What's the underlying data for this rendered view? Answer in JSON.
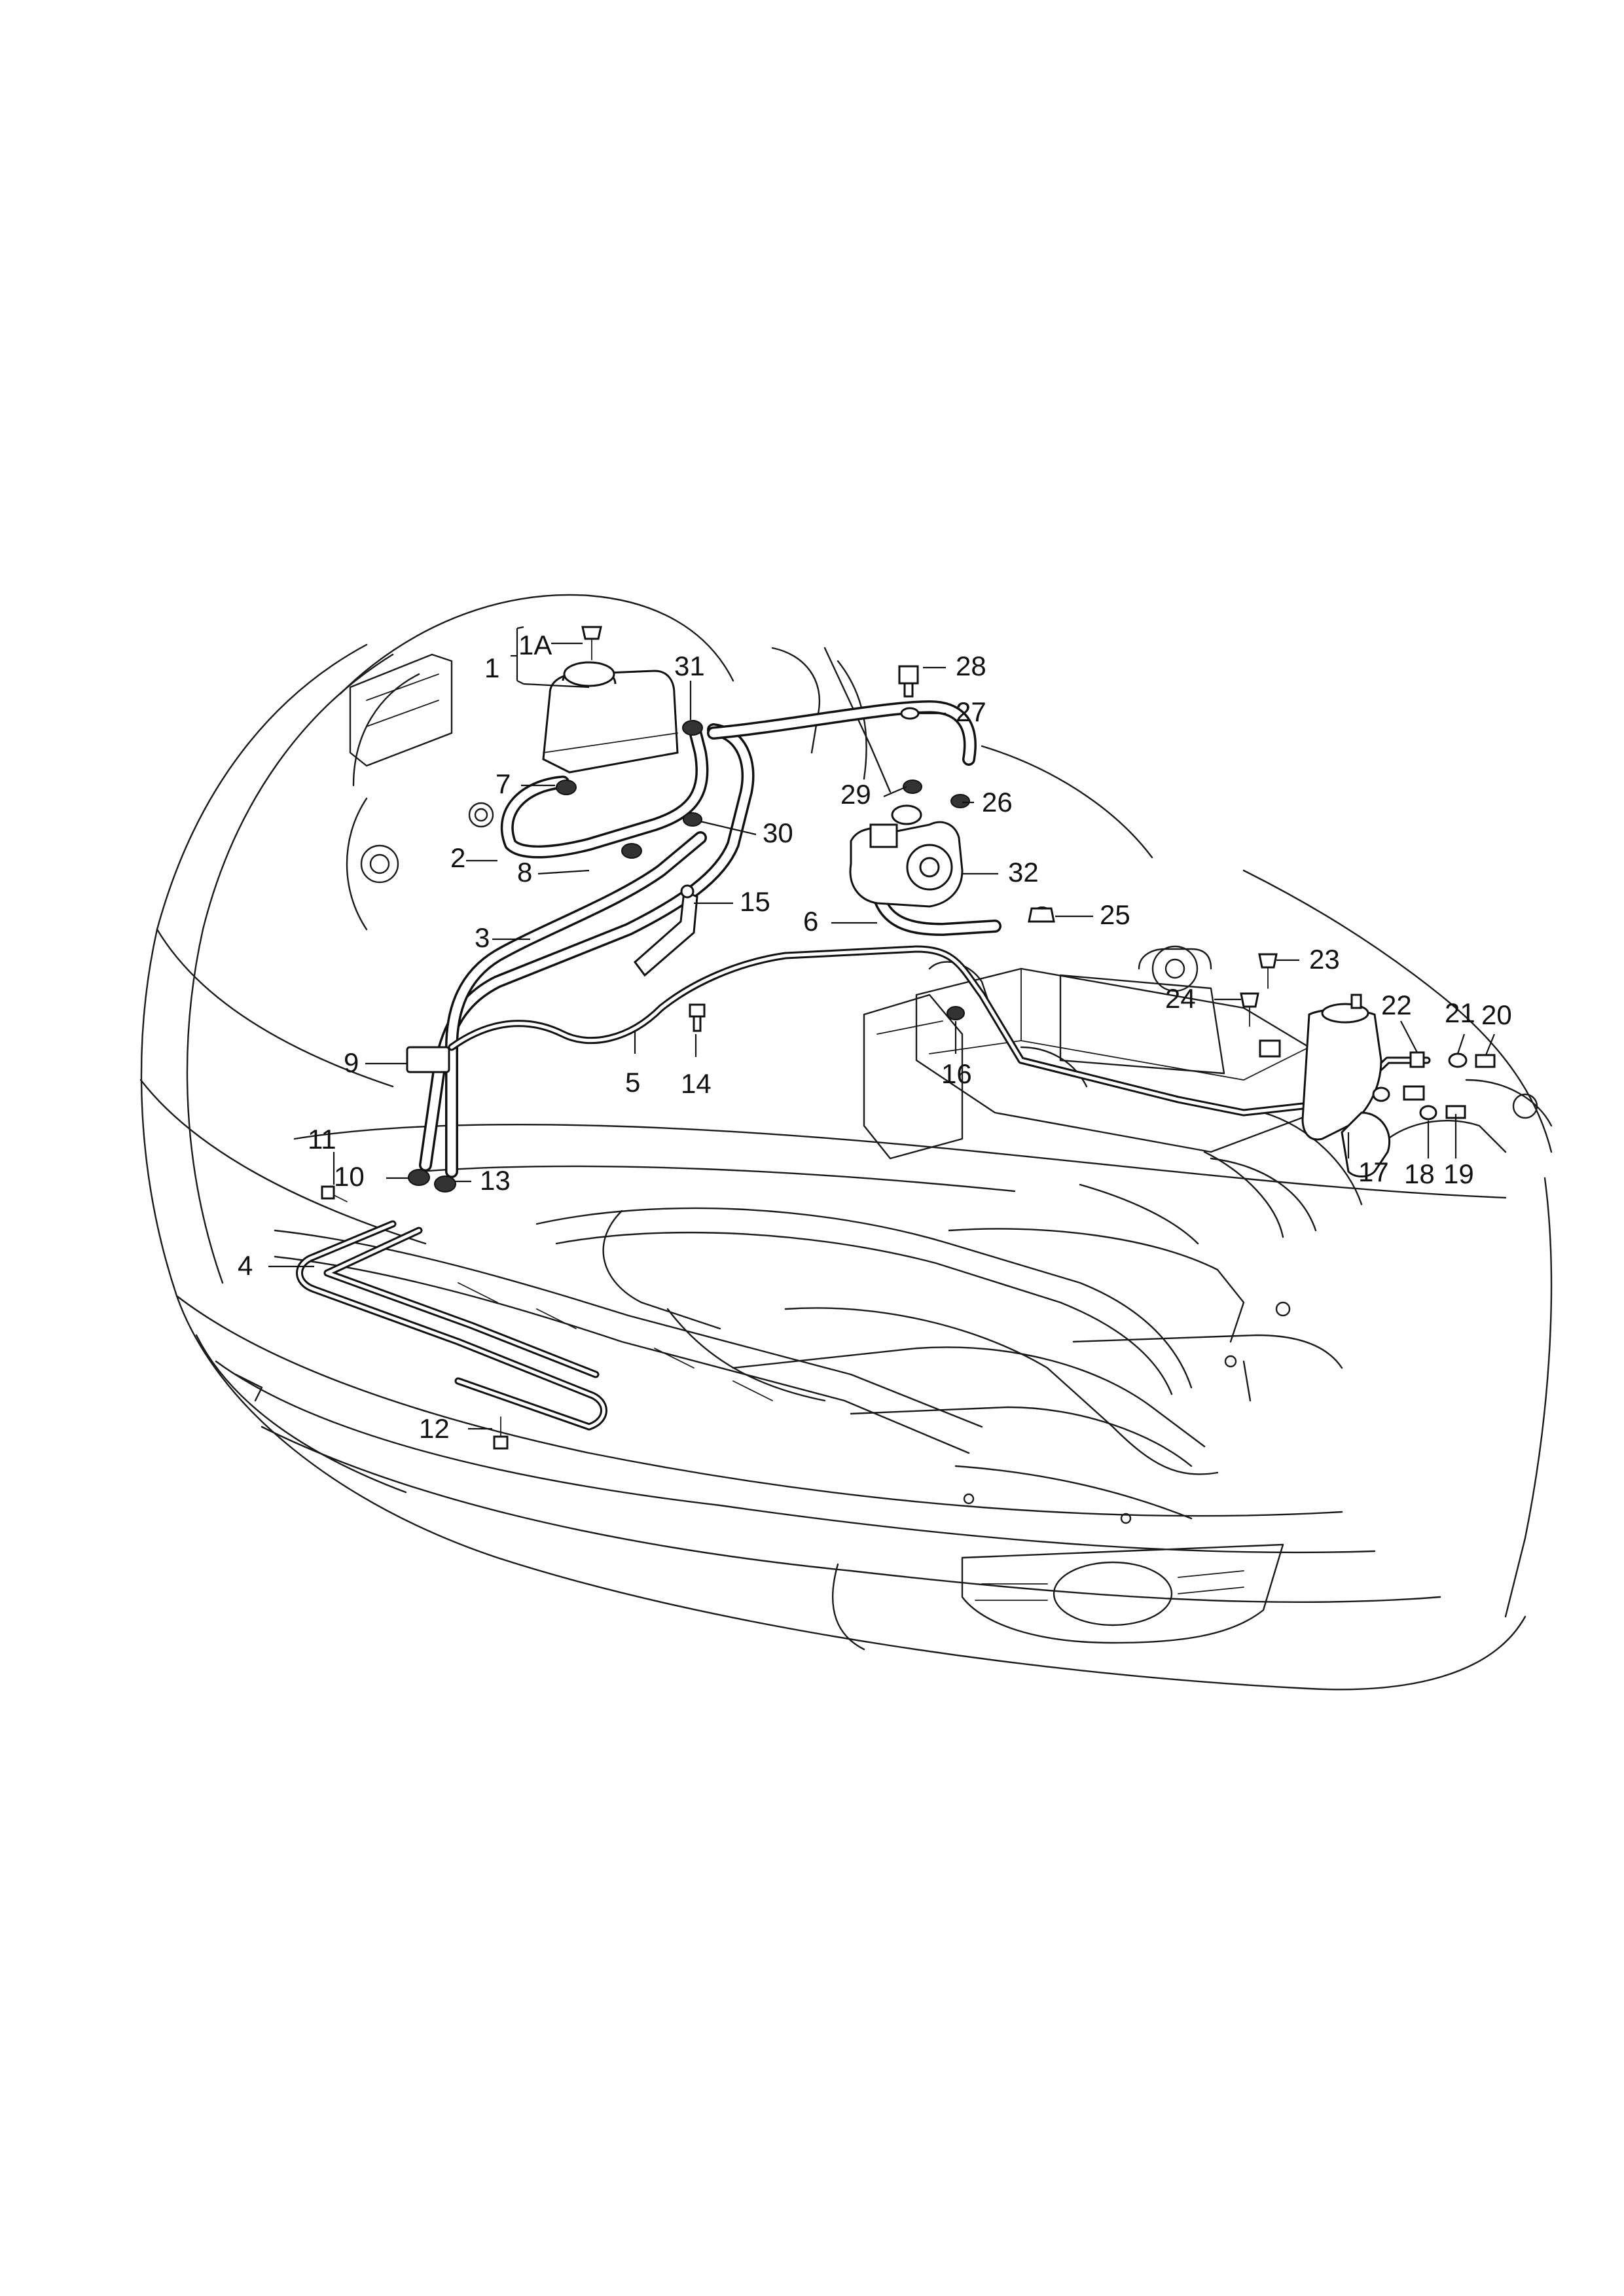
{
  "callouts": {
    "c1": "1",
    "c1a": "1A",
    "c2": "2",
    "c3": "3",
    "c4": "4",
    "c5": "5",
    "c6": "6",
    "c7": "7",
    "c8": "8",
    "c9": "9",
    "c10": "10",
    "c11": "11",
    "c12": "12",
    "c13": "13",
    "c14": "14",
    "c15": "15",
    "c16": "16",
    "c17": "17",
    "c18": "18",
    "c19": "19",
    "c20": "20",
    "c21": "21",
    "c22": "22",
    "c23": "23",
    "c24": "24",
    "c25": "25",
    "c26": "26",
    "c27": "27",
    "c28": "28",
    "c29": "29",
    "c30": "30",
    "c31": "31",
    "c32": "32"
  }
}
